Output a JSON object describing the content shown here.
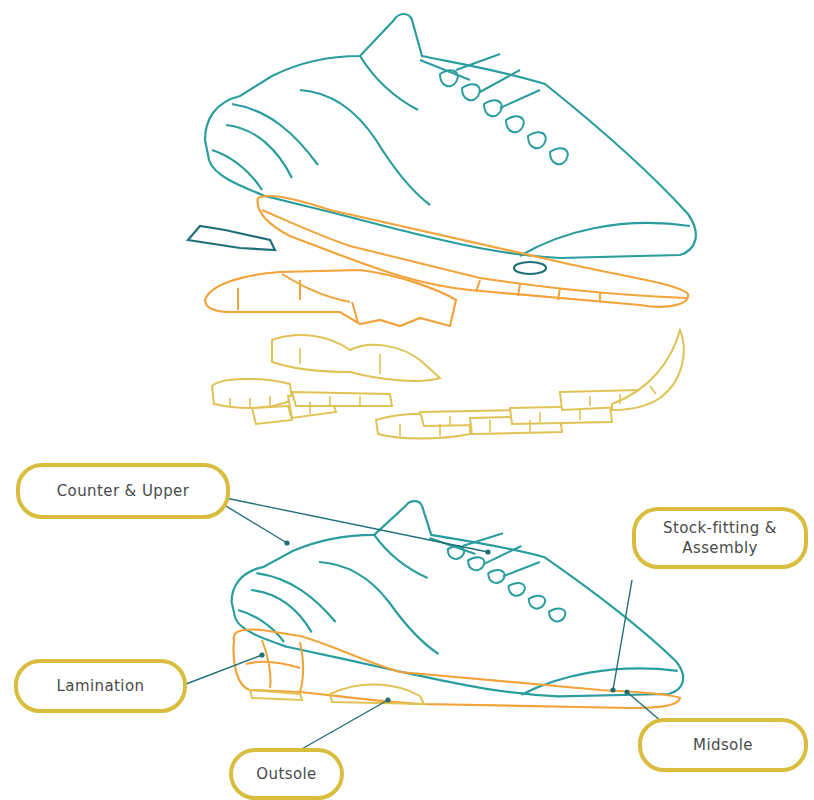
{
  "diagram": {
    "nodes": [
      {
        "text": [
          "Counter & Upper"
        ]
      },
      {
        "text": [
          "Stock-fitting & Assembly"
        ]
      },
      {
        "text": [
          "Lamination"
        ]
      },
      {
        "text": [
          "Midsole"
        ]
      },
      {
        "text": [
          "Outsole"
        ]
      }
    ]
  }
}
